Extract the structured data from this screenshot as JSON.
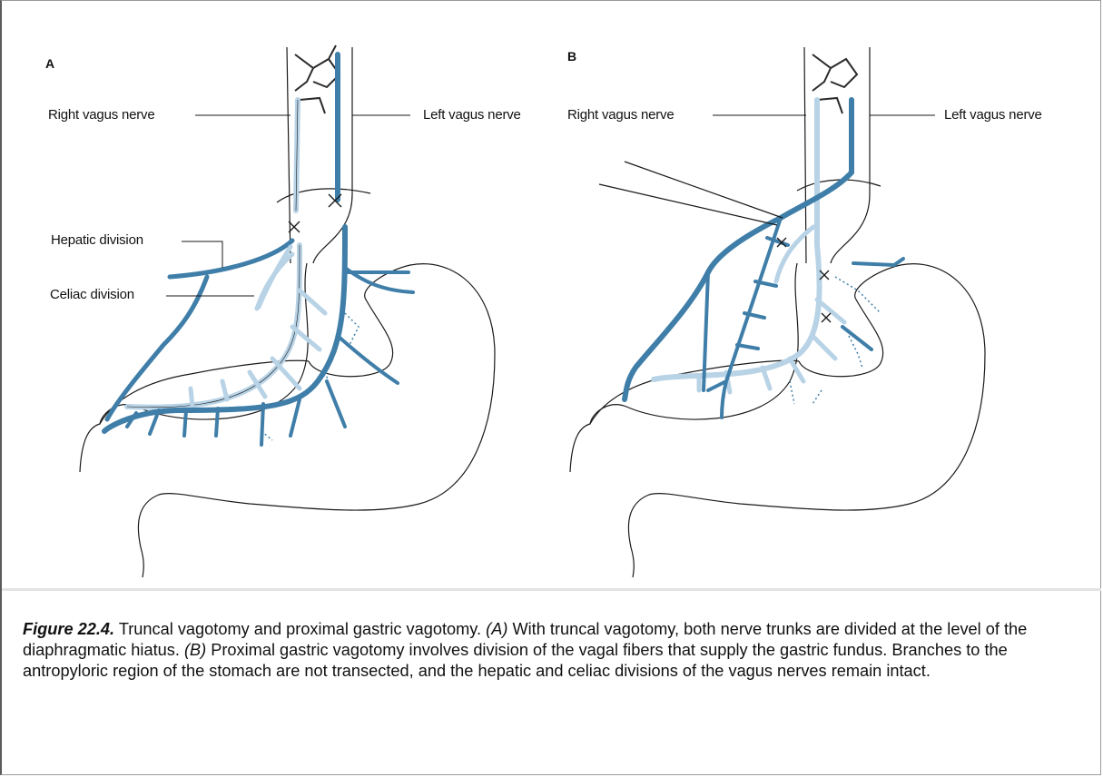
{
  "figure": {
    "panel_a": {
      "letter": "A",
      "labels": {
        "right_vagus": "Right vagus nerve",
        "left_vagus": "Left vagus nerve",
        "hepatic": "Hepatic division",
        "celiac": "Celiac division"
      }
    },
    "panel_b": {
      "letter": "B",
      "labels": {
        "right_vagus": "Right vagus nerve",
        "left_vagus": "Left vagus nerve"
      }
    },
    "colors": {
      "nerve_dark": "#3f7ea8",
      "nerve_light": "#b8d3e6",
      "outline": "#1a1a1a"
    }
  },
  "caption": {
    "fig_number": "Figure 22.4.",
    "part1": " Truncal vagotomy and proximal gastric vagotomy. ",
    "marker_a": "(A)",
    "part2": " With truncal vagotomy, both nerve trunks are divided at the level of the diaphragmatic hiatus. ",
    "marker_b": "(B)",
    "part3": " Proximal gastric vagotomy involves division of the vagal fibers that supply the gastric fundus. Branches to the antropyloric region of the stomach are not transected, and the hepatic and celiac divisions of the vagus nerves remain intact."
  }
}
